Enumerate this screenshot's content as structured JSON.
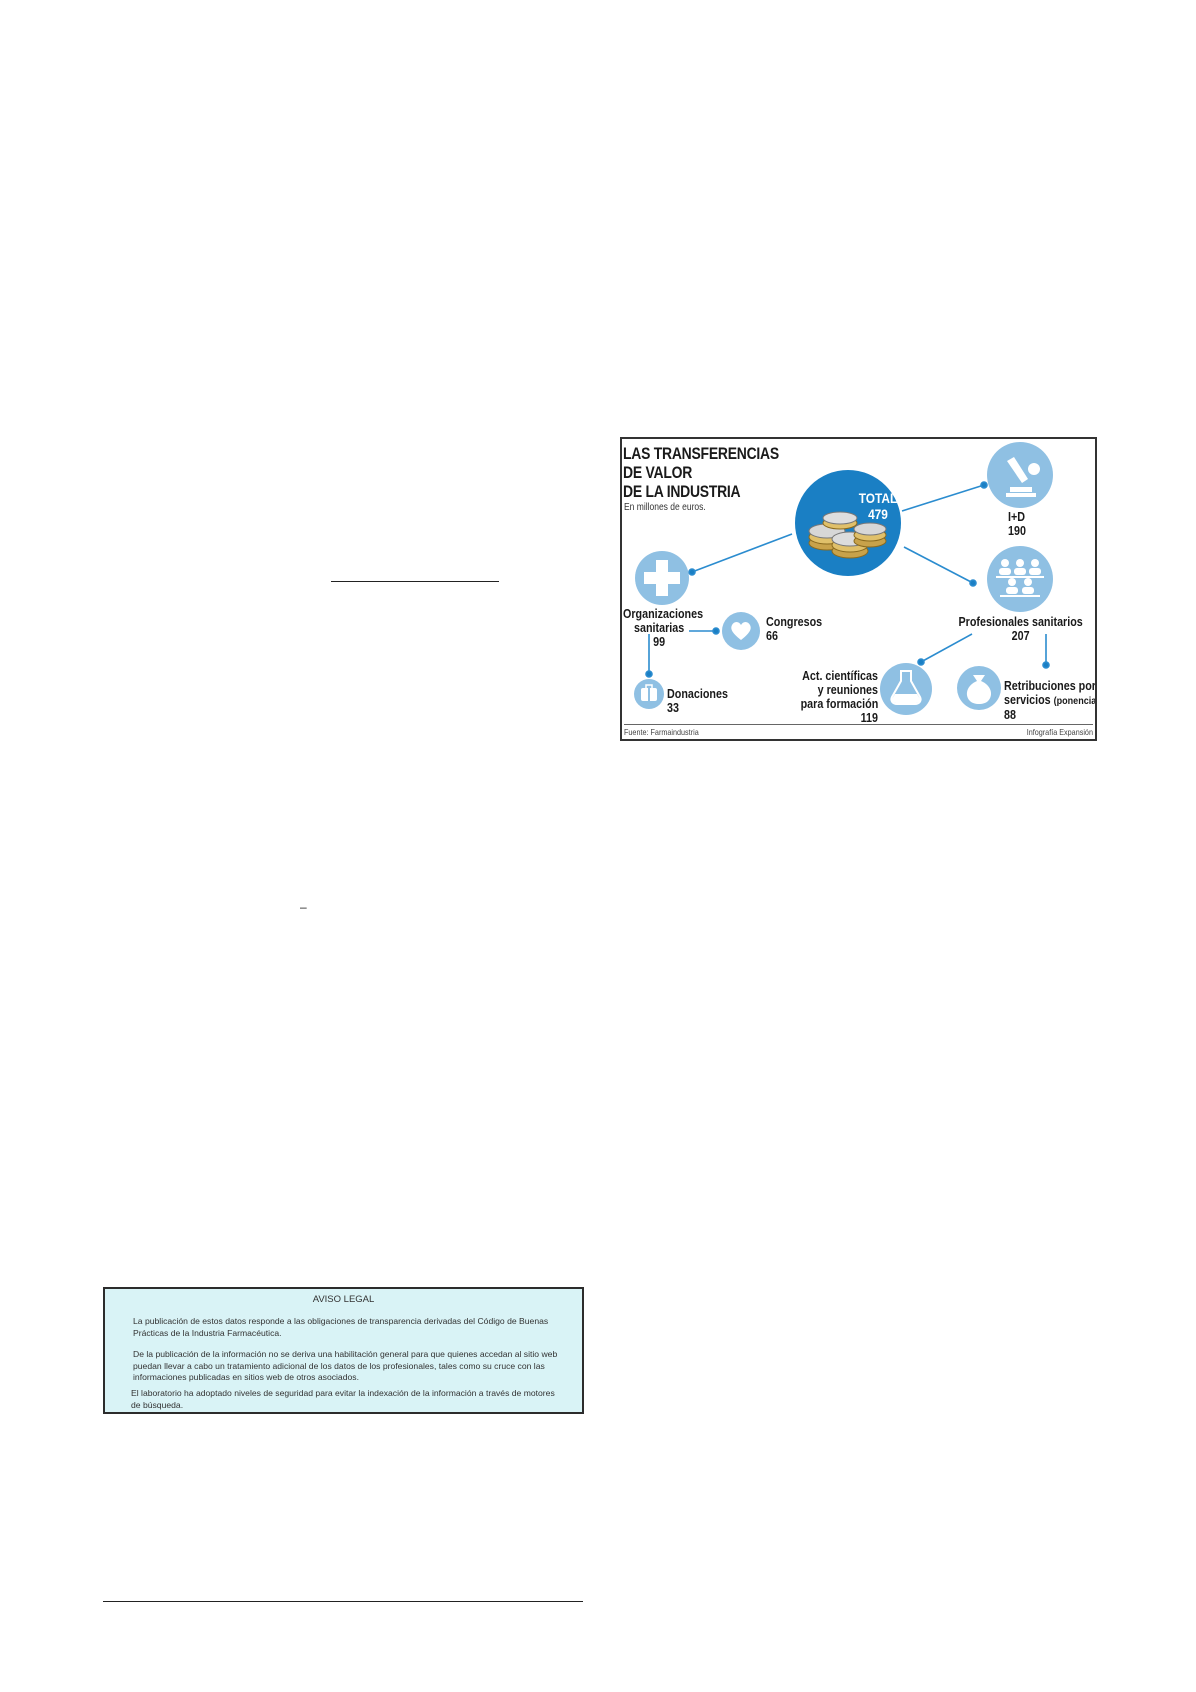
{
  "page_marks": {
    "dash": "–"
  },
  "infographic": {
    "title_lines": [
      "LAS TRANSFERENCIAS",
      "DE VALOR",
      "DE LA INDUSTRIA"
    ],
    "subtitle": "En millones de euros.",
    "total": {
      "label": "TOTAL",
      "value": "479"
    },
    "nodes": {
      "id": {
        "name": "I+D",
        "value": "190",
        "icon": "microscope-icon"
      },
      "profesionales": {
        "name": "Profesionales sanitarios",
        "value": "207",
        "icon": "people-icon"
      },
      "organizaciones": {
        "name_lines": [
          "Organizaciones",
          "sanitarias"
        ],
        "value": "99",
        "icon": "medical-cross-icon"
      },
      "congresos": {
        "name": "Congresos",
        "value": "66",
        "icon": "heart-icon"
      },
      "donaciones": {
        "name": "Donaciones",
        "value": "33",
        "icon": "gift-icon"
      },
      "act_cientificas": {
        "name_lines": [
          "Act. científicas",
          "y reuniones",
          "para formación"
        ],
        "value": "119",
        "icon": "flask-icon"
      },
      "retribuciones": {
        "name_line1": "Retribuciones por",
        "name_line2": "servicios",
        "name_note": "(ponencias)",
        "value": "88",
        "icon": "money-bag-icon"
      }
    },
    "source_prefix": "Fuente:",
    "source": "Farmaindustria",
    "credit": "Infografía Expansión",
    "colors": {
      "accent": "#1a7fc4",
      "icon_fill": "#8fc0e3",
      "line": "#2b8ccf"
    }
  },
  "legal_notice": {
    "heading": "AVISO LEGAL",
    "paragraphs": [
      "La publicación de estos datos responde a las obligaciones de transparencia derivadas del Código de Buenas Prácticas de la Industria Farmacéutica.",
      "De la publicación de la información no se deriva una habilitación general para que quienes accedan al sitio web puedan llevar a cabo un tratamiento adicional de los datos de los profesionales, tales como su cruce con las informaciones publicadas en sitios web de otros asociados.",
      "El laboratorio ha adoptado niveles de seguridad para evitar la indexación de la información a través de motores de búsqueda."
    ],
    "colors": {
      "background": "#d9f3f6",
      "border": "#2c2c2c"
    }
  }
}
